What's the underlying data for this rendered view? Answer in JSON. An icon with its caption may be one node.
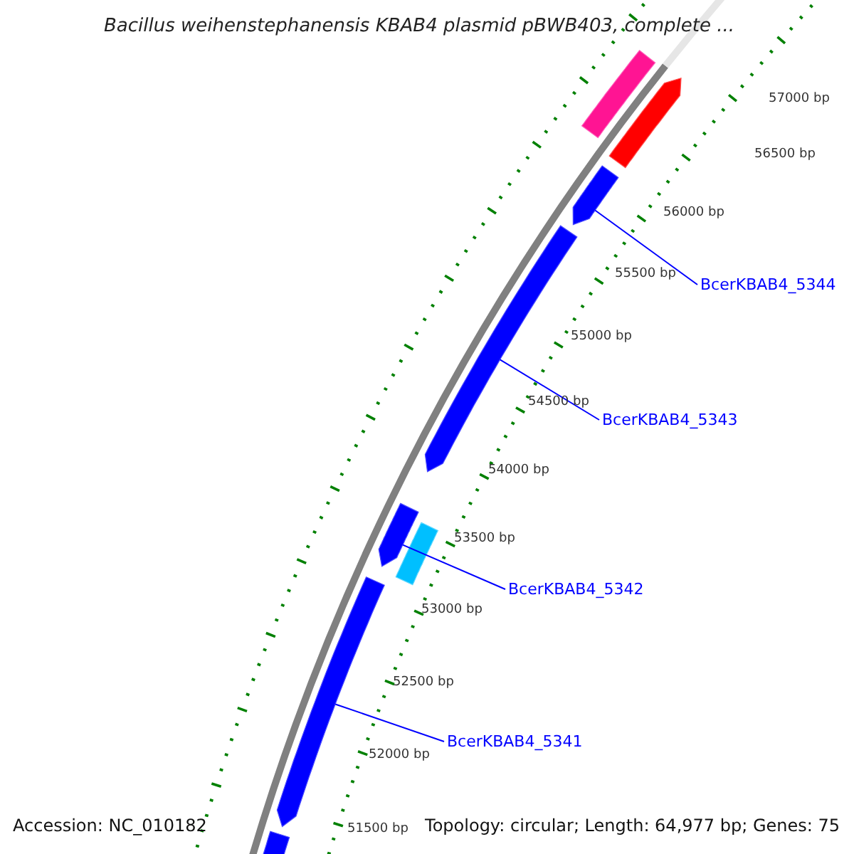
{
  "diagram": {
    "title": "Bacillus weihenstephanensis KBAB4 plasmid pBWB403, complete ...",
    "nodes": [
      {
        "text": [],
        "shape": "bar"
      },
      {
        "text": [],
        "shape": "bar"
      },
      {
        "text": [],
        "shape": "bar"
      },
      {
        "text": [],
        "shape": "bar"
      },
      {
        "text": [],
        "shape": "bar"
      },
      {
        "text": [],
        "shape": "bar"
      },
      {
        "text": [],
        "shape": "bar"
      },
      {
        "text": [],
        "shape": "bar"
      },
      {
        "text": [
          "BcerKBAB4_5344"
        ]
      },
      {
        "text": [
          "BcerKBAB4_5343"
        ]
      },
      {
        "text": [
          "BcerKBAB4_5342"
        ]
      },
      {
        "text": [
          "BcerKBAB4_5341"
        ]
      }
    ],
    "edges": [
      {
        "from": 8,
        "to": 2,
        "arrow": "none"
      },
      {
        "from": 9,
        "to": 3,
        "arrow": "none"
      },
      {
        "from": 10,
        "to": 4,
        "arrow": "none"
      },
      {
        "from": 11,
        "to": 6,
        "arrow": "none"
      }
    ],
    "labels": [
      "57000 bp",
      "56500 bp",
      "56000 bp",
      "55500 bp",
      "55000 bp",
      "54500 bp",
      "54000 bp",
      "53500 bp",
      "53000 bp",
      "52500 bp",
      "52000 bp",
      "51500 bp",
      "Accession: NC_010182",
      "Topology: circular; Length: 64,977 bp; Genes: 75"
    ]
  }
}
